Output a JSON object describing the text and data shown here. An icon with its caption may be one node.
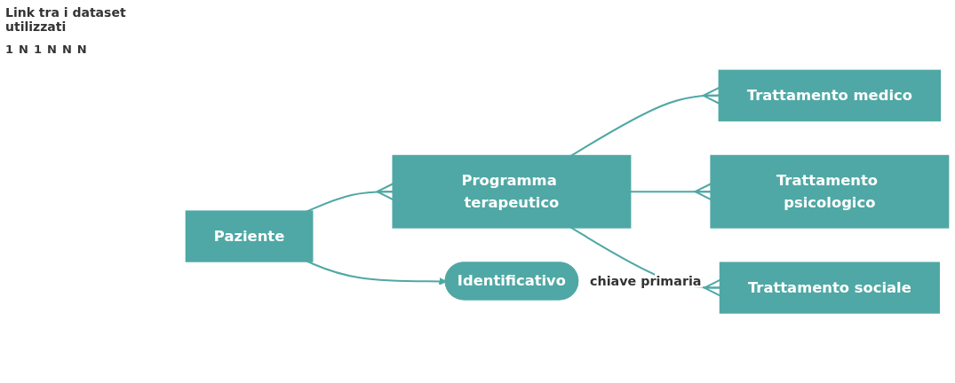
{
  "diagram": {
    "title": "Link tra i dataset utilizzati",
    "nodes": [
      {
        "text": [
          "Paziente"
        ]
      },
      {
        "text": [
          "Programma terapeutico"
        ]
      },
      {
        "text": [
          "Trattamento medico"
        ]
      },
      {
        "text": [
          "Trattamento psicologico"
        ]
      },
      {
        "text": [
          "Trattamento sociale"
        ]
      },
      {
        "text": [
          "Identificativo"
        ],
        "beside": [
          "chiave primaria"
        ]
      }
    ],
    "edges": [
      {
        "from": 0,
        "to": 1,
        "arrow": "other"
      },
      {
        "from": 1,
        "to": 2,
        "arrow": "other"
      },
      {
        "from": 1,
        "to": 3,
        "arrow": "other"
      },
      {
        "from": 1,
        "to": 4,
        "arrow": "other"
      },
      {
        "from": 0,
        "to": 5,
        "arrow": "to"
      }
    ],
    "labels": [
      "1",
      "N",
      "1",
      "N",
      "N",
      "N"
    ]
  }
}
